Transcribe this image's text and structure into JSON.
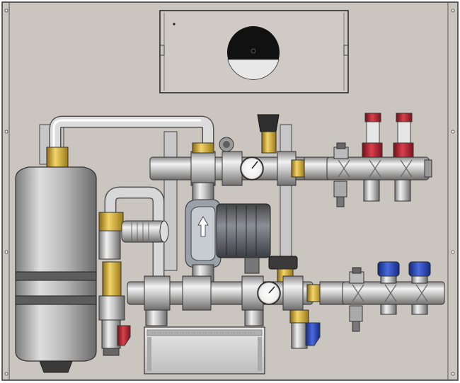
{
  "scene": {
    "components": [
      {
        "id": "mounting-panel",
        "color": "#cbc5bf"
      },
      {
        "id": "control-box",
        "color": "#cfcac5"
      },
      {
        "id": "expansion-vessel",
        "color": "#b9b9b9"
      },
      {
        "id": "circulation-pump",
        "color": "#5b5f66"
      },
      {
        "id": "plate-heat-exchanger",
        "color": "#d2d2d2"
      },
      {
        "id": "supply-manifold",
        "color": "#b8b8b8"
      },
      {
        "id": "return-manifold",
        "color": "#b8b8b8"
      },
      {
        "id": "pressure-gauge-upper"
      },
      {
        "id": "pressure-gauge-lower"
      },
      {
        "id": "thermostatic-mixing-valve"
      },
      {
        "id": "safety-valve",
        "color": "#c9a22a"
      },
      {
        "id": "air-vent"
      }
    ],
    "colors": {
      "panel": "#cbc5bf",
      "steel": "#b8b8b8",
      "brass": "#c9a22a",
      "red_handle": "#c0202a",
      "blue_handle": "#2340a8",
      "flow_meter_red": "#b52232",
      "pump_housing": "#5b5f66"
    }
  }
}
